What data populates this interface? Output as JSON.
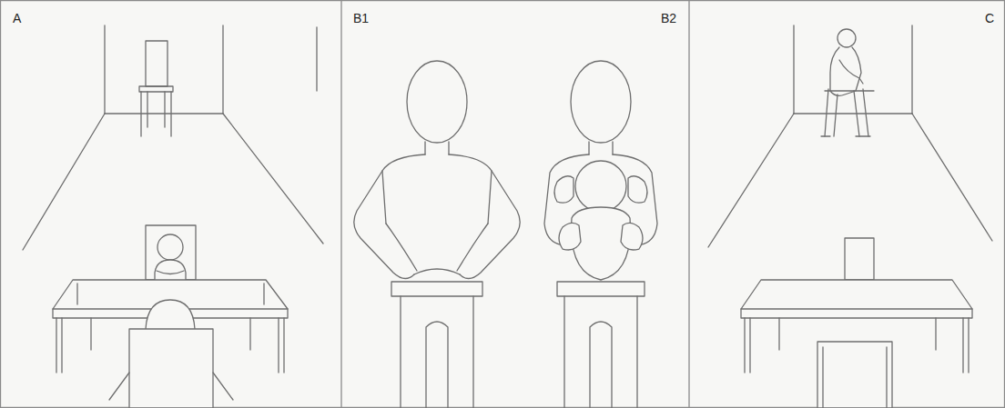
{
  "diagram": {
    "labels": [
      "A",
      "B1",
      "B2",
      "C"
    ]
  }
}
